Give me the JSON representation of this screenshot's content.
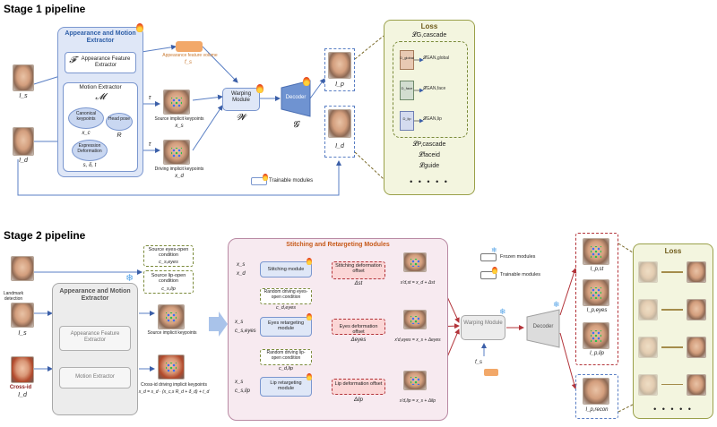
{
  "stage1": {
    "title": "Stage 1 pipeline",
    "encoder_title": "Appearance and Motion Extractor",
    "appearance_extractor_symbol": "𝓕",
    "appearance_extractor_label": "Appearance Feature Extractor",
    "motion_extractor_label": "Motion Extractor",
    "motion_extractor_symbol": "𝓜",
    "canonical_label": "Canonical keypoints",
    "canonical_symbol": "x_c",
    "head_pose_label": "Head pose",
    "head_pose_symbol": "R",
    "expression_label": "Expression Deformation",
    "params_symbol": "s, δ, t",
    "appearance_volume_label": "Appearance feature volume",
    "appearance_volume_symbol": "f_s",
    "tau_top": "τ",
    "tau_bottom": "τ",
    "source_kp_label": "Source implicit keypoints",
    "source_kp_symbol": "x_s",
    "driving_kp_label": "Driving implicit keypoints",
    "driving_kp_symbol": "x_d",
    "warping_label": "Warping Module",
    "warping_symbol": "𝓦",
    "decoder_label": "Decoder",
    "decoder_symbol": "𝓖",
    "source_image_symbol": "I_s",
    "driving_image_symbol": "I_d",
    "output_symbol": "I_p",
    "driving_out_symbol": "I_d",
    "trainable_legend": "Trainable modules",
    "loss": {
      "title": "Loss",
      "top": "𝓛G,cascade",
      "disc_global": "D_global",
      "disc_face": "D_face",
      "disc_lip": "D_lip",
      "gan_global": "𝓛GAN,global",
      "gan_face": "𝓛GAN,face",
      "gan_lip": "𝓛GAN,lip",
      "p_cascade": "𝓛P,cascade",
      "faceid": "𝓛faceid",
      "guide": "𝓛guide",
      "more": "• • • • •"
    }
  },
  "stage2": {
    "title": "Stage 2 pipeline",
    "landmark_label": "Landmark detection",
    "source_image_symbol": "I_s",
    "crossid_label": "Cross-id",
    "crossid_symbol": "I_d",
    "encoder_title": "Appearance and Motion Extractor",
    "appearance_extractor_label": "Appearance Feature Extractor",
    "motion_extractor_label": "Motion Extractor",
    "eyes_cond_label": "Source eyes-open condition",
    "eyes_cond_symbol": "c_s,eyes",
    "lip_cond_label": "Source lip-open condition",
    "lip_cond_symbol": "c_s,lip",
    "source_kp_label": "Source implicit keypoints",
    "crossid_kp_label": "Cross-id driving implicit keypoints",
    "crossid_kp_formula": "x_d = s_d · (x_c,s R_d + δ_d) + t_d",
    "stitching_title": "Stitching and Retargeting Modules",
    "inputs_1a": "x_s",
    "inputs_1b": "x_d",
    "stitching_module": "Stitching module",
    "stitching_offset": "Stitching deformation offset",
    "stitching_offset_symbol": "Δst",
    "stitching_result": "x′d,st = x_d + Δst",
    "random_eyes": "Random driving eyes-open condition",
    "random_eyes_symbol": "c_d,eyes",
    "inputs_2a": "x_s",
    "inputs_2b": "c_s,eyes",
    "eyes_module": "Eyes retargeting module",
    "eyes_offset": "Eyes deformation offset",
    "eyes_offset_symbol": "Δeyes",
    "eyes_result": "x′d,eyes = x_s + Δeyes",
    "random_lip": "Random driving lip-open condition",
    "random_lip_symbol": "c_d,lip",
    "inputs_3a": "x_s",
    "inputs_3b": "c_s,lip",
    "lip_module": "Lip retargeting module",
    "lip_offset": "Lip deformation offset",
    "lip_offset_symbol": "Δlip",
    "lip_result": "x′d,lip = x_s + Δlip",
    "frozen_legend": "Frozen modules",
    "trainable_legend": "Trainable modules",
    "warping_label": "Warping Module",
    "decoder_label": "Decoder",
    "fs_symbol": "f_s",
    "out_st": "I_p,st",
    "out_eyes": "I_p,eyes",
    "out_lip": "I_p,lip",
    "out_recon": "I_p,recon",
    "loss_title": "Loss",
    "loss_more": "• • • • •"
  }
}
